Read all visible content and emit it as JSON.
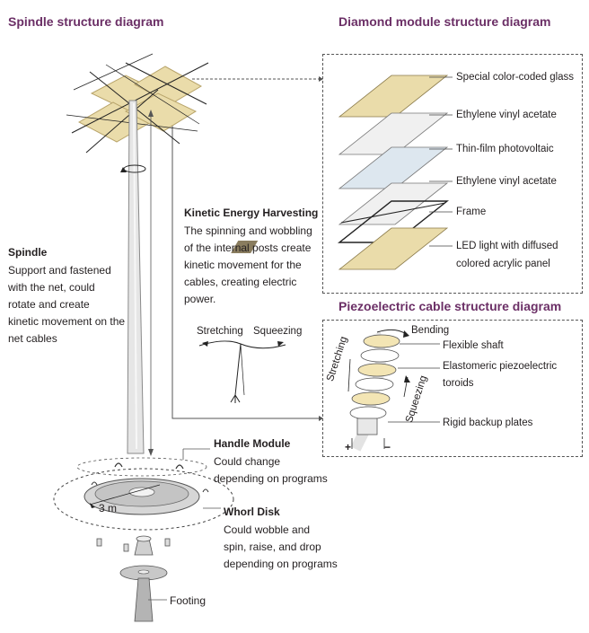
{
  "titles": {
    "spindle": "Spindle structure diagram",
    "diamond": "Diamond module structure diagram",
    "piezo": "Piezoelectric cable structure diagram"
  },
  "spindle": {
    "heading": "Spindle",
    "lines": [
      "Support and fastened",
      "with the net, could",
      "rotate and create",
      "kinetic movement on the",
      "net cables"
    ]
  },
  "kinetic": {
    "heading": "Kinetic Energy Harvesting",
    "lines": [
      "The spinning and wobbling",
      "of the internal posts create",
      "kinetic movement for the",
      "cables, creating electric",
      "power."
    ],
    "stretching": "Stretching",
    "squeezing": "Squeezing"
  },
  "diamond_layers": [
    "Special color-coded glass",
    "Ethylene vinyl acetate",
    "Thin-film photovoltaic",
    "Ethylene vinyl acetate",
    "Frame",
    "LED light with diffused",
    "colored acrylic panel"
  ],
  "piezo": {
    "bending": "Bending",
    "flexible_shaft": "Flexible shaft",
    "toroids_1": "Elastomeric piezoelectric",
    "toroids_2": "toroids",
    "backup": "Rigid backup plates",
    "stretching": "Stretching",
    "squeezing": "Squeezing",
    "plus": "+",
    "minus": "−"
  },
  "handle": {
    "heading": "Handle Module",
    "lines": [
      "Could change",
      "depending on programs"
    ]
  },
  "whorl": {
    "heading": "Whorl Disk",
    "lines": [
      "Could wobble and",
      "spin, raise, and drop",
      "depending on programs"
    ],
    "dimension": "3 m"
  },
  "footing": "Footing",
  "colors": {
    "title": "#6b2f66",
    "panel": "#eadcaa",
    "panel_edge": "#b8a46a",
    "pole": "#e4e4e4",
    "toroid": "#f3e5b4"
  }
}
